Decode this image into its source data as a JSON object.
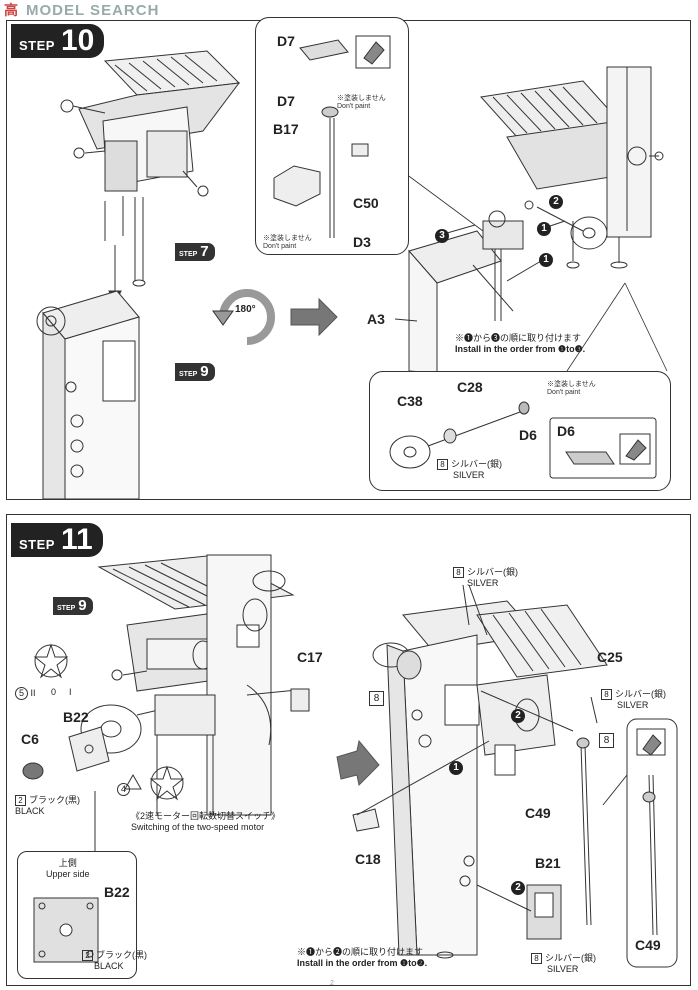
{
  "watermark": {
    "brand": "高",
    "text": "MODEL SEARCH"
  },
  "step10": {
    "badge_word": "STEP",
    "badge_num": "10",
    "sub_steps": [
      {
        "word": "STEP",
        "num": "7"
      },
      {
        "word": "STEP",
        "num": "9"
      }
    ],
    "rotate_label": "180°",
    "parts": {
      "d7_top": "D7",
      "d7": "D7",
      "b17": "B17",
      "c50": "C50",
      "d3": "D3",
      "a3": "A3",
      "c38": "C38",
      "c28": "C28",
      "d6": "D6",
      "d6_box": "D6"
    },
    "notes": {
      "no_paint_jp_1": "※塗装しません",
      "no_paint_en_1": "Don't paint",
      "no_paint_jp_2": "※塗装しません",
      "no_paint_en_2": "Don't paint",
      "no_paint_jp_3": "※塗装しません",
      "no_paint_en_3": "Don't paint",
      "order_jp": "※❶から❸の順に取り付けます",
      "order_en": "Install in the order from ❶to❸."
    },
    "silver": {
      "num": "8",
      "jp": "シルバー(銀)",
      "en": "SILVER"
    },
    "callouts": [
      "1",
      "2",
      "3",
      "1"
    ]
  },
  "step11": {
    "badge_word": "STEP",
    "badge_num": "11",
    "sub_step": {
      "word": "STEP",
      "num": "9"
    },
    "parts": {
      "c17": "C17",
      "b22": "B22",
      "c6": "C6",
      "c25": "C25",
      "c49": "C49",
      "c49b": "C49",
      "c18": "C18",
      "b21": "B21",
      "b22_inset": "B22"
    },
    "switch_marks": {
      "num": "5",
      "roman2": "II",
      "zero": "0",
      "roman1": "I",
      "num4": "4"
    },
    "notes": {
      "switch_jp": "《2速モーター回転数切替スイッチ》",
      "switch_en": "Switching of the two-speed motor",
      "upper_jp": "上側",
      "upper_en": "Upper side",
      "order_jp": "※❶から❷の順に取り付けます",
      "order_en": "Install in the order from ❶to❷."
    },
    "black": {
      "num": "2",
      "jp": "ブラック(黒)",
      "en": "BLACK"
    },
    "silver": {
      "num": "8",
      "jp": "シルバー(銀)",
      "en": "SILVER"
    }
  },
  "footer": "2"
}
